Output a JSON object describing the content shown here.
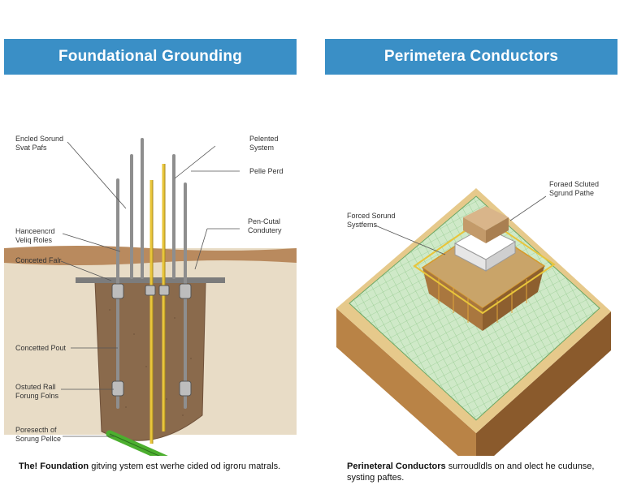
{
  "left_panel": {
    "title": "Foundational Grounding",
    "labels": {
      "l1": "Encled Sorund\nSvat Pafs",
      "l2": "Hanceencrd\nVeliq Roles",
      "l3": "Conceted Falr",
      "l4": "Concetted Pout",
      "l5": "Ostuted Rall\nForung Folns",
      "l6": "Poresecth of\nSorung Pellce",
      "r1": "Pelented\nSystem",
      "r2": "Pelle Perd",
      "r3": "Pen-Cutal\nCondutery"
    },
    "caption_bold": "The! Foundation",
    "caption_rest": " gitving ystem est werhe cided od igroru matrals."
  },
  "right_panel": {
    "title": "Perimetera Conductors",
    "labels": {
      "a1": "Forced Sorund\nSystfems",
      "a2": "Foraed Scluted\nSgrund Pathe"
    },
    "caption_bold": "Perineteral Conductors",
    "caption_rest": " surroudldls on and olect he cudunse, systing paftes."
  },
  "colors": {
    "banner": "#3a8fc6",
    "soil_light": "#e2d4bd",
    "soil_dark": "#8a6a4c",
    "rod": "#9a9a9a",
    "conductor_yellow": "#e8c53a",
    "grid_green": "#bfe2b8",
    "ground_block": "#a8743f"
  }
}
